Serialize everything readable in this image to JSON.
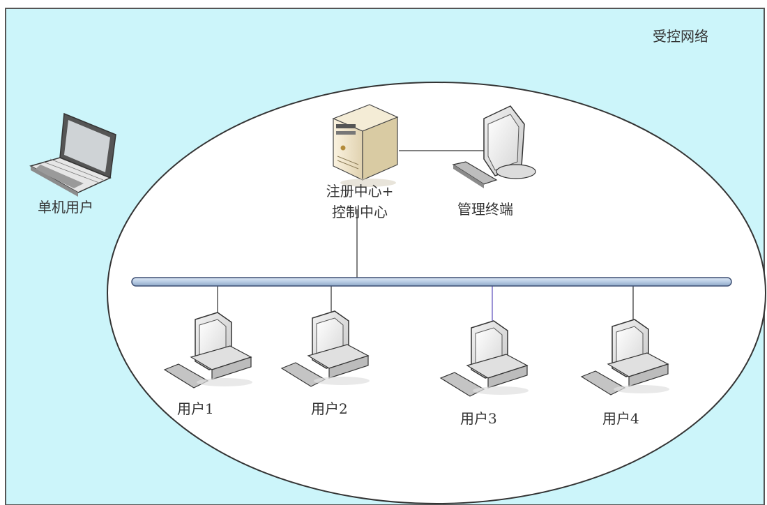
{
  "diagram": {
    "region_label": "受控网络",
    "standalone_user_label": "单机用户",
    "server_label_line1": "注册中心+",
    "server_label_line2": "控制中心",
    "admin_terminal_label": "管理终端",
    "users": [
      {
        "label": "用户1"
      },
      {
        "label": "用户2"
      },
      {
        "label": "用户3"
      },
      {
        "label": "用户4"
      }
    ]
  },
  "colors": {
    "background": "#ccf5fa",
    "ellipse_fill": "#ffffff",
    "bus_fill": "#b8cce4",
    "line": "#555555",
    "accent_line": "#7a6fc8"
  }
}
